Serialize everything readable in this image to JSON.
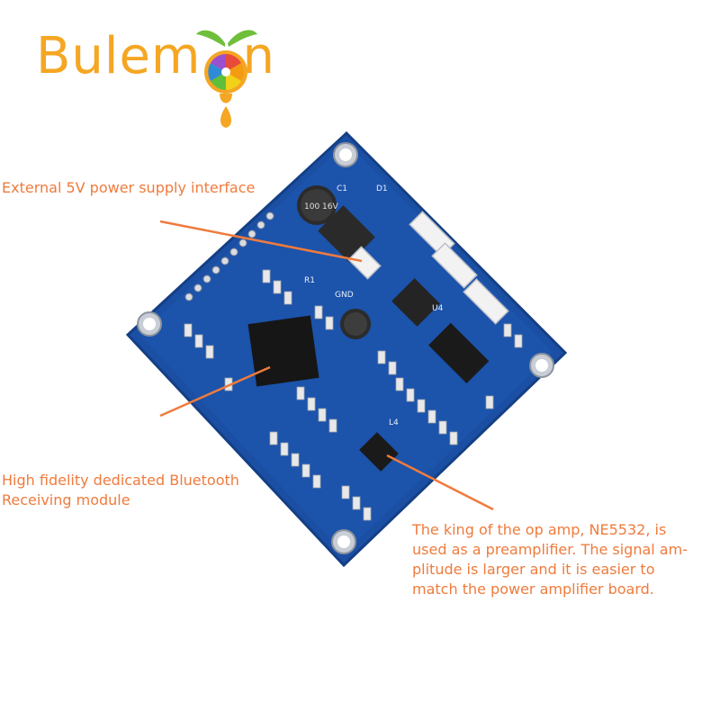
{
  "brand": {
    "name_prefix": "Bulem",
    "name_suffix": "n",
    "colors": {
      "brand": "#f5a623",
      "leaf": "#6fbf3a",
      "callout": "#ef7b3d",
      "board": "#1b4fa3"
    }
  },
  "callouts": [
    {
      "text": "External 5V power supply interface"
    },
    {
      "line1": "High fidelity dedicated Bluetooth",
      "line2": "Receiving module"
    },
    {
      "line1": "The king of the op amp, NE5532, is",
      "line2": "used as a preamplifier. The signal am-",
      "line3": "plitude is larger and it is easier to",
      "line4": "match the power amplifier board."
    }
  ],
  "board_labels": {
    "cap_value": "100 16V",
    "gnd": "GND",
    "r1": "R1",
    "c1": "C1",
    "d1": "D1",
    "u4": "U4",
    "l4": "L4"
  }
}
